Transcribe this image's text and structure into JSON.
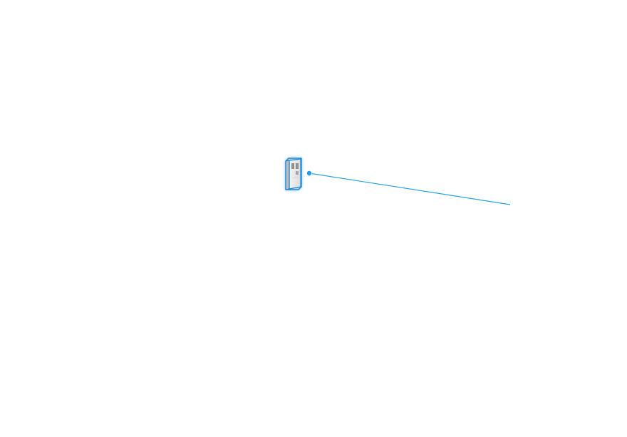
{
  "canvas": {
    "background": "#ffffff"
  },
  "nodes": [
    {
      "id": "server-1",
      "icon": "server-tower-icon",
      "selected": true,
      "label": ""
    }
  ],
  "connectors": [
    {
      "id": "link-1",
      "from": "server-1",
      "to": "",
      "dangling": true
    }
  ],
  "colors": {
    "selection": "#1e9bf0",
    "connector": "#29a3e6",
    "server_body": "#e9e9e9",
    "server_side": "#c9c9c9",
    "server_outline": "#1e88d8",
    "glow": "#7cc6ff"
  }
}
